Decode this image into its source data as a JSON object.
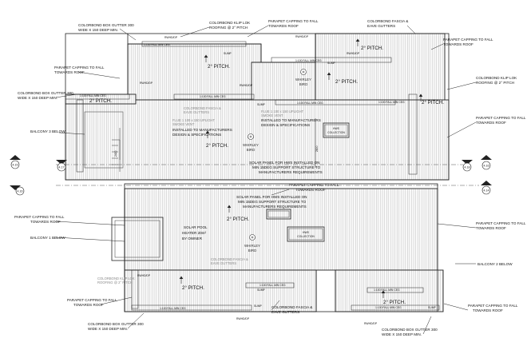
{
  "labels": {
    "colorbond_box_gutter_tl": [
      "COLORBOND BOX GUTTER 300",
      "WIDE X 150 DEEP MIN."
    ],
    "colorbond_klip_lok_top": [
      "COLORBOND KLIP LOK",
      "ROOFING @ 2° PITCH"
    ],
    "parapet_capping_top": [
      "PARAPET CAPPING TO FALL",
      "TOWARDS ROOF"
    ],
    "colorbond_fascia_top": [
      "COLORBOND FASCIA &",
      "EAVE GUTTERS"
    ],
    "parapet_capping_right_top": [
      "PARAPET CAPPING TO FALL",
      "TOWARDS ROOF"
    ],
    "parapet_capping_left_top": [
      "PARAPET CAPPING TO FALL",
      "TOWARDS ROOF"
    ],
    "colorbond_box_gutter_left": [
      "COLORBOND BOX GUTTER 300",
      "WIDE X 150 DEEP MIN."
    ],
    "colorbond_klip_lok_right": [
      "COLORBOND KLIP LOK",
      "ROOFING @ 2° PITCH"
    ],
    "parapet_capping_right_mid": [
      "PARAPET CAPPING TO FALL",
      "TOWARDS ROOF"
    ],
    "balcony_3": "BALCONY 3 BELOW",
    "solar_panel_upper": [
      "SOLAR PANEL FOR HWS INSTALLED ON",
      "MIN 15DEG SUPPORT STRUCTURE TO",
      "MANUFACTURERS REQUIREMENTS"
    ],
    "parapet_capping_centre": [
      "PARAPET CAPPING TO FALL",
      "TOWARDS ROOF"
    ],
    "solar_panel_lower": [
      "SOLAR PANEL FOR HWS INSTALLED ON",
      "MIN 15DEG SUPPORT STRUCTURE TO",
      "MANUFACTURERS REQUIREMENTS"
    ],
    "parapet_capping_left_low": [
      "PARAPET CAPPING TO FALL",
      "TOWARDS ROOF"
    ],
    "balcony_1": "BALCONY 1 BELOW",
    "solar_pool": [
      "SOLAR POOL",
      "HEATER 20m²",
      "BY OWNER"
    ],
    "parapet_capping_right_low": [
      "PARAPET CAPPING TO FALL",
      "TOWARDS ROOF"
    ],
    "balcony_2": "BALCONY 2 BELOW",
    "parapet_capping_left_bottom": [
      "PARAPET CAPPING TO FALL",
      "TOWARDS ROOF"
    ],
    "colorbond_box_gutter_bl": [
      "COLORBOND BOX GUTTER 300",
      "WIDE X 150 DEEP MIN."
    ],
    "colorbond_fascia_bottom": [
      "COLORBOND FASCIA &",
      "EAVE GUTTERS"
    ],
    "parapet_capping_right_bottom": [
      "PARAPET CAPPING TO FALL",
      "TOWARDS ROOF"
    ],
    "colorbond_box_gutter_br": [
      "COLORBOND BOX GUTTER 300",
      "WIDE X 150 DEEP MIN."
    ],
    "installed_manufacturers_1": [
      "INSTALLED TO MANUFACTURERS",
      "DESIGN & SPECIFICATIONS"
    ],
    "installed_manufacturers_2": [
      "INSTALLED TO MANUFACTURERS",
      "DESIGN & SPECIFICATIONS"
    ]
  },
  "gray_labels": {
    "fascia_upper": [
      "COLORBOND FASCIA &",
      "EAVE GUTTERS"
    ],
    "flue_1": [
      "FLUE 1 100 x 150 UPLIGHT",
      "SMOKE VENT"
    ],
    "flue_2": [
      "FLUE 1 100 x 150 UPLIGHT",
      "SMOKE VENT"
    ],
    "fascia_lower": [
      "COLORBOND FASCIA &",
      "EAVE GUTTERS"
    ],
    "klip_lok_lower": [
      "COLORBOND KLIP LOK",
      "ROOFING @ 2° PITCH"
    ]
  },
  "pitch_text": "2° PITCH.",
  "whirley_bird": [
    "WHIRLEY",
    "BIRD"
  ],
  "hws_collection": [
    "HWS",
    "COLLECTION"
  ],
  "fall_label": "1:100 FALL MIN CEG",
  "rwhead": "RWHD/DP",
  "sump": "SUMP",
  "dim_2800": "2800",
  "dim_2400": "2400",
  "grid_markers": [
    "4.15",
    "4.16",
    "4.16",
    "4.14",
    "4.17",
    "4.18"
  ]
}
